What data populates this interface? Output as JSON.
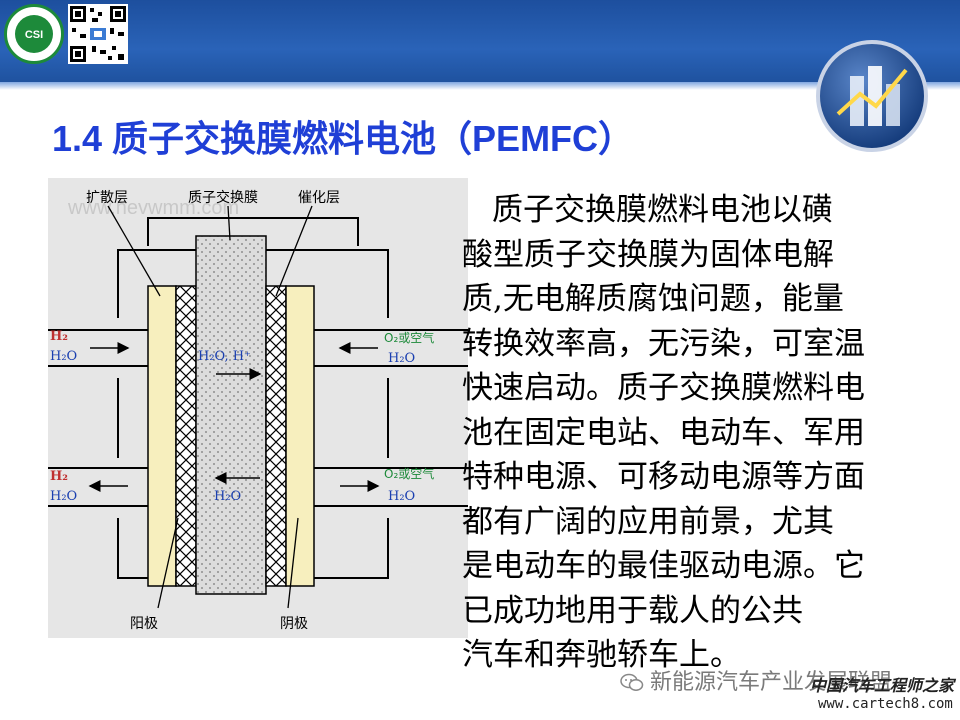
{
  "logo": {
    "text": "CSI"
  },
  "title": "1.4 质子交换膜燃料电池（PEMFC）",
  "diagram": {
    "watermark": "www.nevwmm.com",
    "labels": {
      "diffusion_layer": "扩散层",
      "membrane": "质子交换膜",
      "catalyst_layer": "催化层",
      "anode": "阳极",
      "cathode": "阴极",
      "h2_in": "H₂",
      "h2o_in": "H₂O",
      "h2_out": "H₂",
      "h2o_out": "H₂O",
      "o2_in": "O₂或空气",
      "h2o_cathode_in": "H₂O",
      "o2_out": "O₂或空气",
      "h2o_cathode_out": "H₂O",
      "proton": "H₂O, H⁺",
      "water": "H₂O"
    }
  },
  "body_lines": [
    "质子交换膜燃料电池以磺",
    "酸型质子交换膜为固体电解",
    "质,无电解质腐蚀问题，能量",
    "转换效率高，无污染，可室温",
    "快速启动。质子交换膜燃料电",
    "池在固定电站、电动车、军用",
    "特种电源、可移动电源等方面",
    "都有广阔的应用前景，尤其",
    "是电动车的最佳驱动电源。它",
    "已成功地用于载人的公共",
    "汽车和奔驰轿车上。"
  ],
  "footer": {
    "wechat": "新能源汽车产业发展联盟",
    "site_name": "中国汽车工程师之家",
    "url": "www.cartech8.com"
  }
}
